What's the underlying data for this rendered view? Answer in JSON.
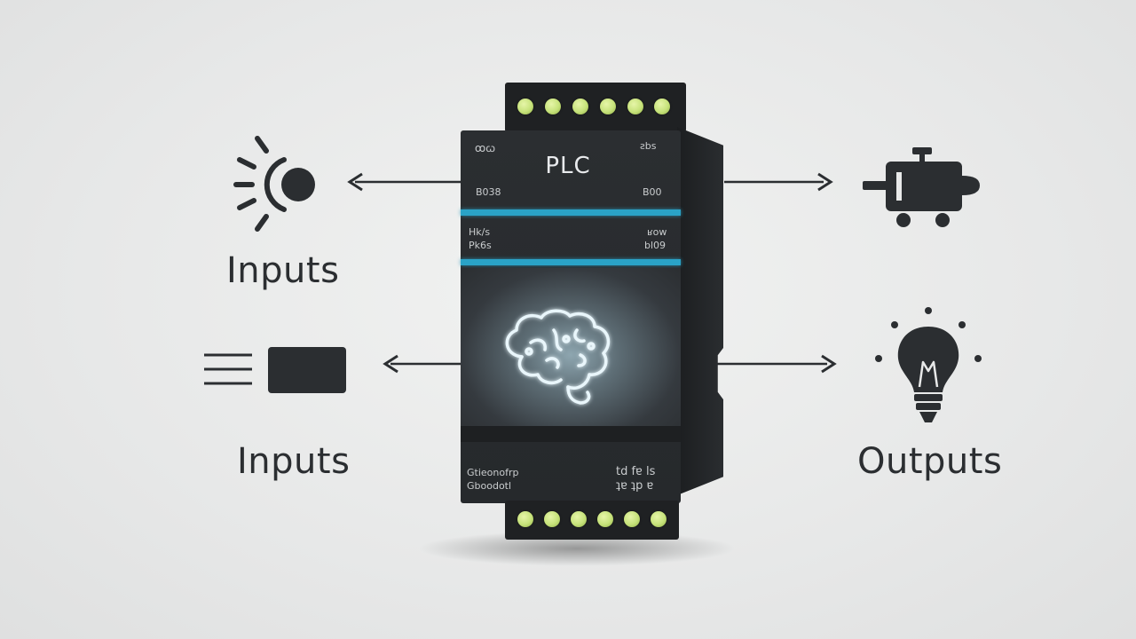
{
  "labels": {
    "inputs_top": "Inputs",
    "inputs_bottom": "Inputs",
    "outputs": "Outputs"
  },
  "plc": {
    "title": "PLC",
    "top_left_mark": "ꝏꞷ",
    "top_right_mark": "ƨbs",
    "row1_left": "B038",
    "row1_right": "B00",
    "row2_left_a": "Hk/s",
    "row2_left_b": "Pk6s",
    "row2_right_a": "ʁow",
    "row2_right_b": "bl09",
    "footer_left_a": "Gtieonofrp",
    "footer_left_b": "Gboodotl",
    "footer_right_a": "td fɐ ls",
    "footer_right_b": "ʇɐ ʇp ɐ"
  },
  "icons": {
    "sensor": "sensor-icon",
    "module": "input-module-icon",
    "motor": "motor-icon",
    "bulb": "light-bulb-icon",
    "brain": "brain-icon"
  },
  "colors": {
    "accent": "#2aa3c7",
    "terminal_screw": "#c6e27a",
    "icon_dark": "#2b2e31"
  }
}
